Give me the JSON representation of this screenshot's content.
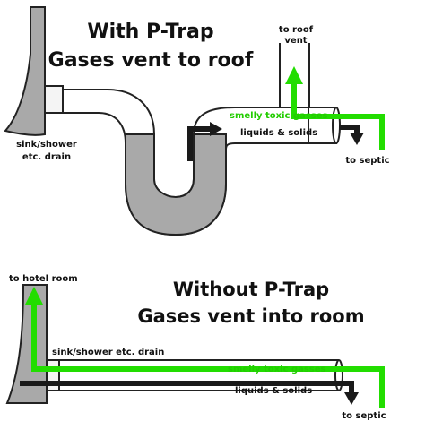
{
  "colors": {
    "gas_arrow": "#22dd00",
    "liquid_arrow": "#1a1a1a",
    "pipe_fill": "#a9a9a9",
    "pipe_stroke": "#222222",
    "water_fill": "#a9a9a9",
    "green_text": "#22cc00"
  },
  "with_trap": {
    "title_line1": "With P-Trap",
    "title_line2": "Gases vent to roof",
    "roof_vent_line1": "to roof",
    "roof_vent_line2": "vent",
    "gases_label": "smelly toxic gasses",
    "liquids_label": "liquids & solids",
    "drain_line1": "sink/shower",
    "drain_line2": "etc. drain",
    "septic_label": "to septic"
  },
  "without_trap": {
    "title_line1": "Without P-Trap",
    "title_line2": "Gases vent into room",
    "hotel_room_label": "to hotel room",
    "drain_label": "sink/shower etc. drain",
    "gases_label": "smelly toxic gasses",
    "liquids_label": "liquids & solids",
    "septic_label": "to septic"
  }
}
